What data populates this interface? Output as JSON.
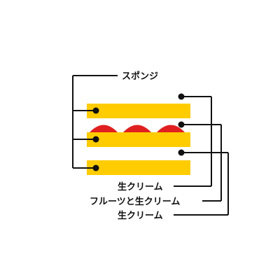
{
  "diagram": {
    "labels": {
      "sponge": "スポンジ",
      "cream_top": "生クリーム",
      "fruit_cream": "フルーツと生クリーム",
      "cream_bottom": "生クリーム"
    },
    "colors": {
      "sponge": "#FFCC00",
      "fruit": "#E02020",
      "line": "#111111",
      "background": "#FFFFFF"
    }
  }
}
